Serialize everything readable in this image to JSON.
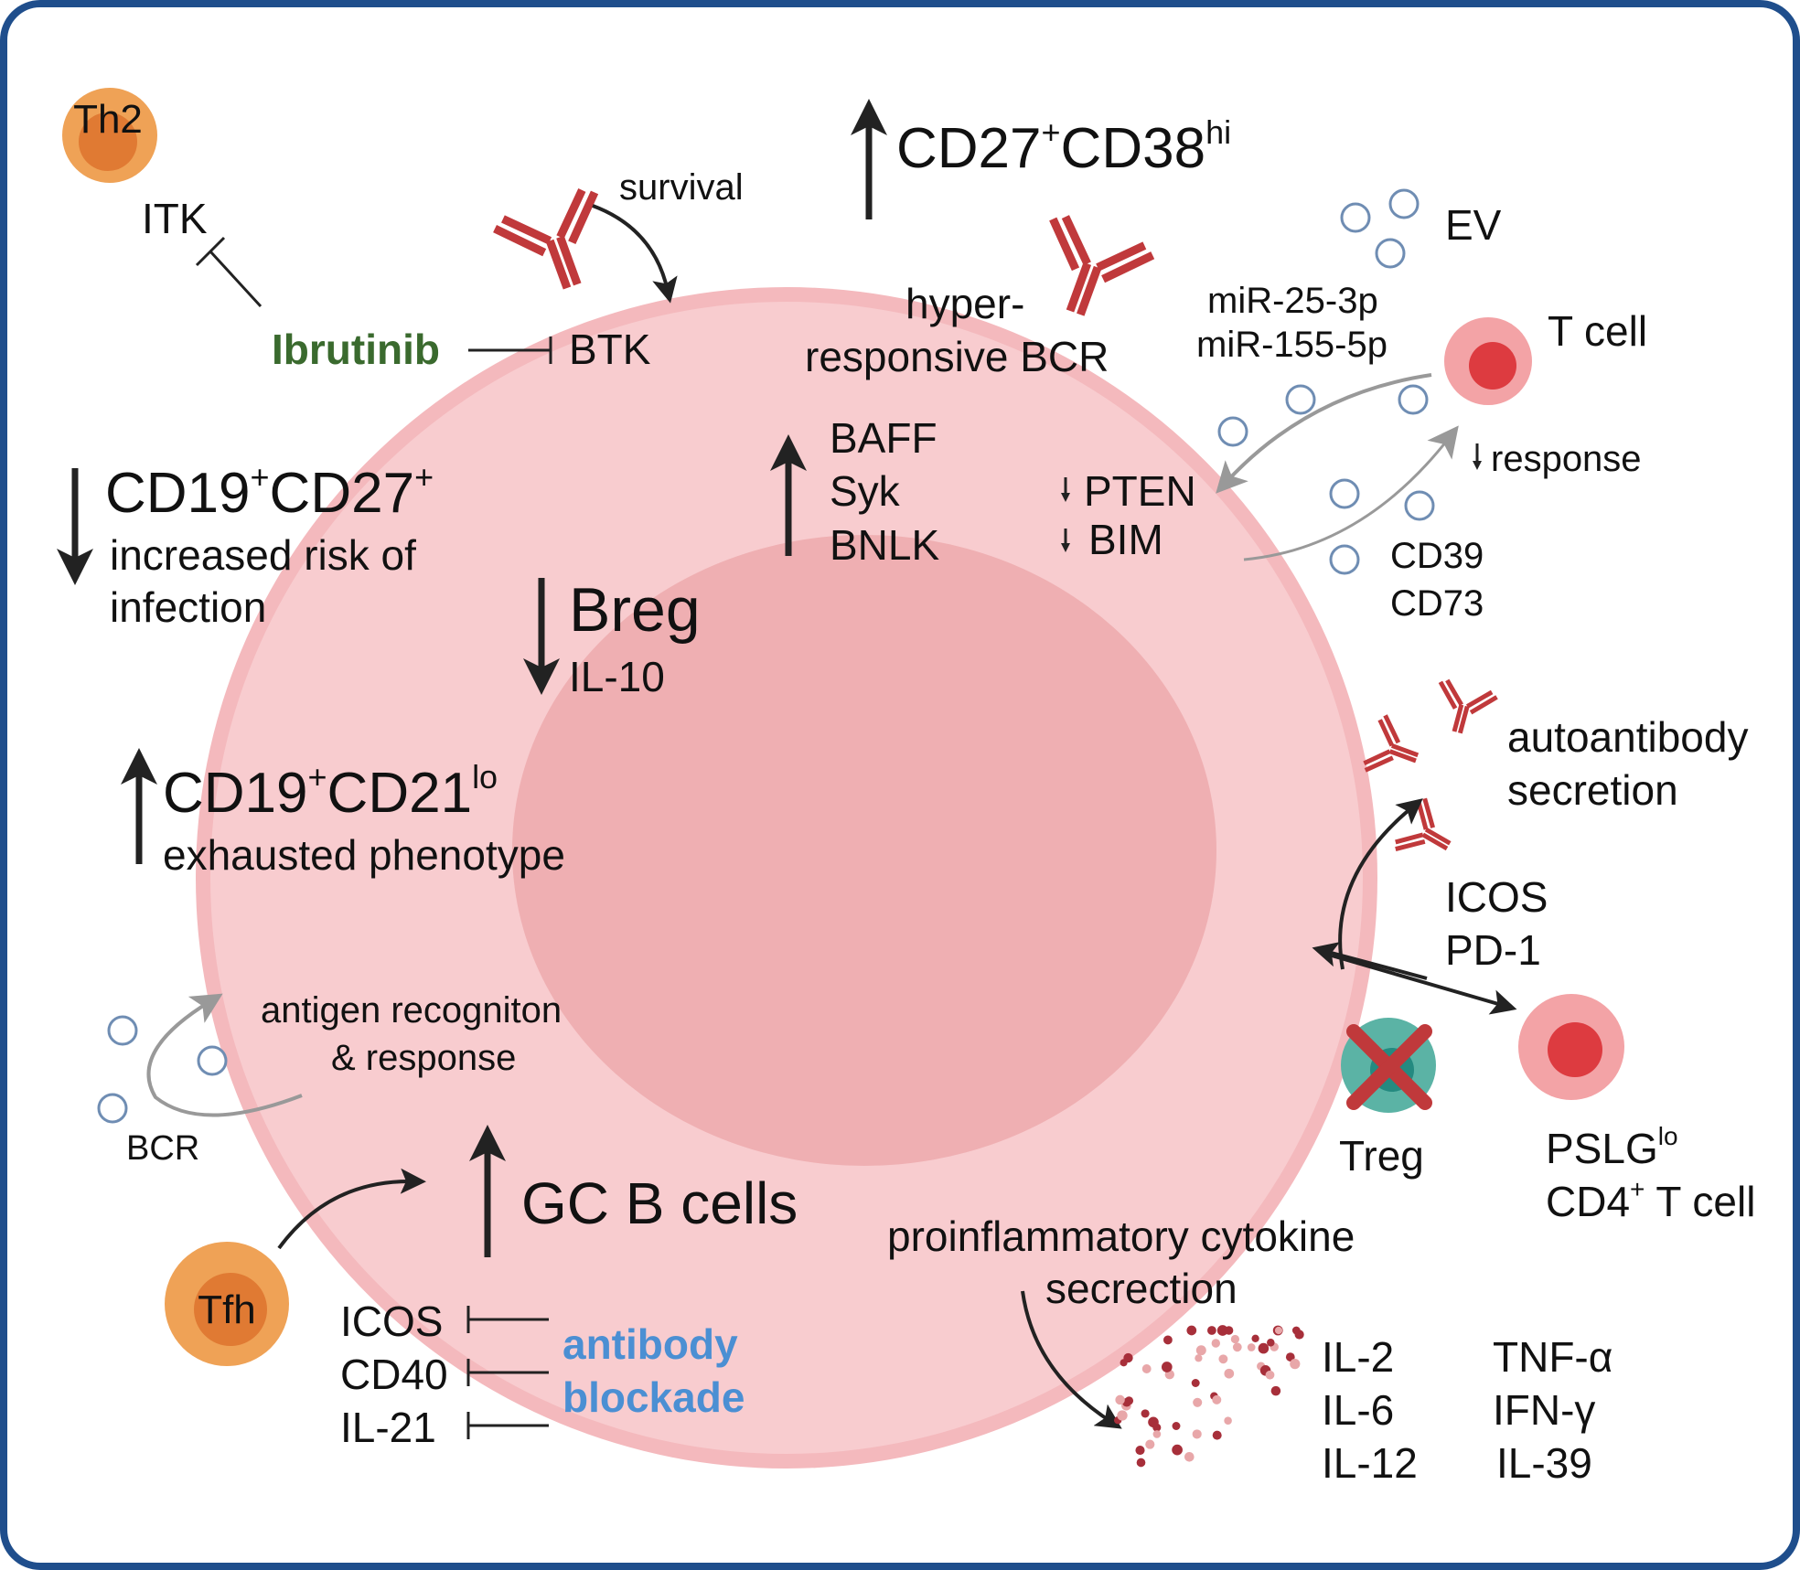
{
  "colors": {
    "frame": "#1f4e8c",
    "outer_cell": "#f8cccf",
    "outer_membrane": "#f4b9bd",
    "nucleus": "#efafb2",
    "antibody": "#c0393b",
    "th2_cell": "#efa256",
    "th2_nucleus": "#e07a33",
    "t_cell": "#f3a3a6",
    "t_nucleus": "#dd3b40",
    "treg": "#5bb3a5",
    "treg_nucleus": "#248a80",
    "cross": "#c0393b",
    "vesicle": "#6f8db3",
    "ibrutinib": "#3a6a2e",
    "antibody_blockade": "#4b8fd3",
    "cytokine_dark": "#a72f3a",
    "cytokine_light": "#e8a7a9"
  },
  "icons": {
    "antibody": "y-shaped-antibody-icon",
    "vesicle": "circle-vesicle-icon",
    "cross": "x-mark-icon"
  },
  "cells": {
    "th2": "Th2",
    "tfh": "Tfh",
    "t_cell": "T cell",
    "treg": "Treg",
    "pslg_line1": "PSLG",
    "pslg_sup": "lo",
    "pslg_line2": "CD4",
    "pslg_line2_sup": "+",
    "pslg_line2_rest": " T cell"
  },
  "labels": {
    "itk": "ITK",
    "ibrutinib": "Ibrutinib",
    "btk": "BTK",
    "survival": "survival",
    "cd27_base1": "CD27",
    "cd27_sup1": "+",
    "cd27_base2": "CD38",
    "cd27_sup2": "hi",
    "hyper_line1": "hyper-",
    "hyper_line2": "responsive BCR",
    "ev": "EV",
    "mir_line1": "miR-25-3p",
    "mir_line2": "miR-155-5p",
    "response": "response",
    "cd19_27_base1": "CD19",
    "cd19_27_sup1": "+",
    "cd19_27_base2": "CD27",
    "cd19_27_sup2": "+",
    "risk_line1": "increased risk of",
    "risk_line2": "infection",
    "baff": "BAFF",
    "syk": "Syk",
    "bnlk": "BNLK",
    "pten": "PTEN",
    "bim": "BIM",
    "cd39": "CD39",
    "cd73": "CD73",
    "breg": "Breg",
    "il10": "IL-10",
    "autoab_line1": "autoantibody",
    "autoab_line2": "secretion",
    "cd19_21_base1": "CD19",
    "cd19_21_sup1": "+",
    "cd19_21_base2": "CD21",
    "cd19_21_sup2": "lo",
    "exhausted": "exhausted phenotype",
    "icos_right": "ICOS",
    "pd1": "PD-1",
    "antigen_line1": "antigen recogniton",
    "antigen_line2": "& response",
    "bcr": "BCR",
    "gc_b_cells": "GC B cells",
    "procyto_line1": "proinflammatory cytokine",
    "procyto_line2": "secrection",
    "icos_left": "ICOS",
    "cd40": "CD40",
    "il21": "IL-21",
    "blockade_line1": "antibody",
    "blockade_line2": "blockade"
  },
  "cytokines": {
    "col1": [
      "IL-2",
      "IL-6",
      "IL-12"
    ],
    "col2": [
      "TNF-α",
      "IFN-γ",
      "IL-39"
    ]
  }
}
